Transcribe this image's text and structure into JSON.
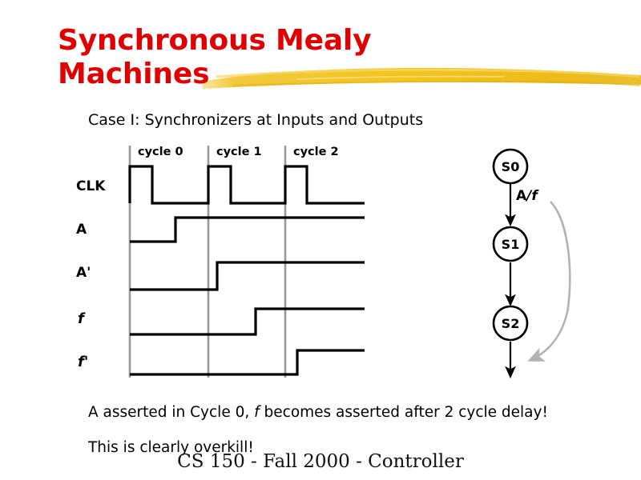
{
  "slide": {
    "title_line_1": "Synchronous Mealy",
    "title_line_2": "Machines",
    "title_color": "#e00000",
    "brush_color": "#f0c02a",
    "subtitle": "Case I: Synchronizers at Inputs and Outputs",
    "note_1_prefix": "A asserted in Cycle 0, ",
    "note_1_italic": "f",
    "note_1_suffix": " becomes asserted after 2 cycle delay!",
    "note_2": "This is clearly overkill!",
    "footer": "CS 150 - Fall 2000 - Controller"
  },
  "timing_diagram": {
    "cycle_labels": [
      "cycle 0",
      "cycle 1",
      "cycle 2"
    ],
    "signal_labels": [
      "CLK",
      "A",
      "A'",
      "f",
      "f'"
    ],
    "signals": [
      {
        "name": "CLK",
        "italic": false,
        "description": "three narrow positive pulses, one per cycle"
      },
      {
        "name": "A",
        "italic": false,
        "description": "rises mid cycle 0, stays high"
      },
      {
        "name": "A'",
        "italic": false,
        "description": "rises at start of cycle 1, stays high"
      },
      {
        "name": "f",
        "italic": true,
        "description": "rises mid cycle 1, stays high"
      },
      {
        "name": "f'",
        "italic": true,
        "description": "rises at start of cycle 2, stays high"
      }
    ],
    "gridlines": [
      162,
      260,
      356
    ]
  },
  "state_diagram": {
    "states": [
      "S0",
      "S1",
      "S2"
    ],
    "transition_label_bold": "A",
    "transition_label_italic": "/f",
    "feedback_arrow_color": "#b3b3b3"
  }
}
